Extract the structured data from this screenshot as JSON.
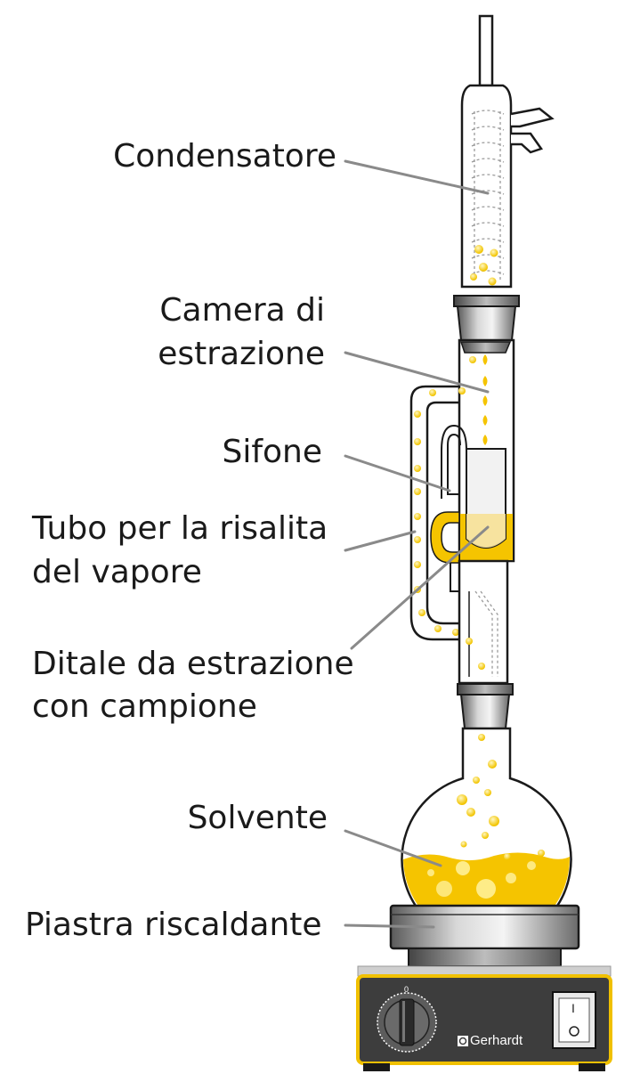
{
  "labels": {
    "condenser": "Condensatore",
    "chamber_line1": "Camera di",
    "chamber_line2": "estrazione",
    "siphon": "Sifone",
    "vapor_line1": "Tubo per la risalita",
    "vapor_line2": "del vapore",
    "thimble_line1": "Ditale da estrazione",
    "thimble_line2": "con campione",
    "solvent": "Solvente",
    "hotplate": "Piastra riscaldante"
  },
  "device": {
    "brand": "Gerhardt",
    "dial_mark": "0",
    "switch_mark": "I"
  },
  "colors": {
    "solvent": "#f5c400",
    "outline": "#1a1a1a",
    "leader": "#8a8a8a",
    "housing": "#3d3d3d",
    "housing_trim": "#f0c000"
  }
}
